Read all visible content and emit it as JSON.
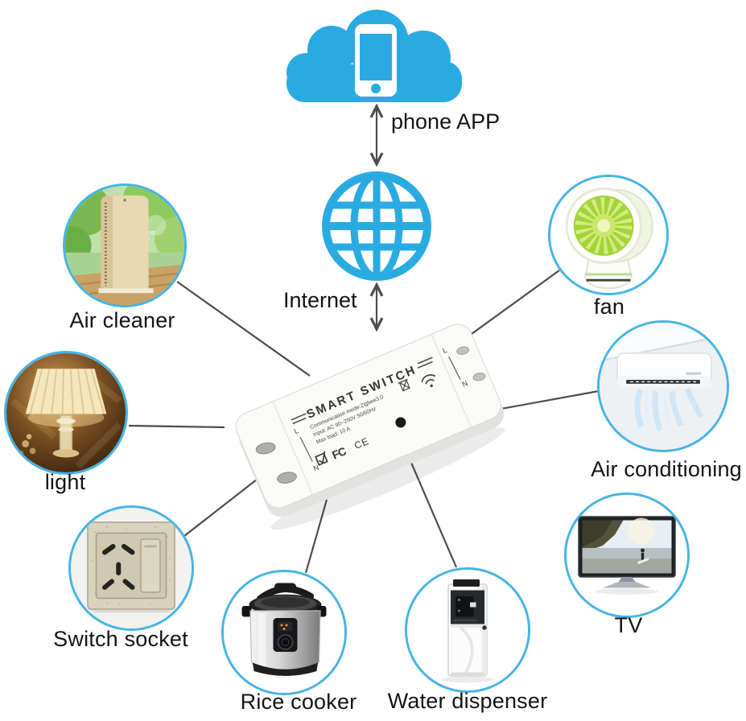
{
  "colors": {
    "brand_blue": "#29abe2",
    "circle_border": "#45b4e4",
    "connector_line": "#4d4d4d",
    "label_text": "#141414"
  },
  "top": {
    "phone_app_label": "phone APP",
    "internet_label": "Internet"
  },
  "smart_switch": {
    "name": "SMART SWITCH",
    "specs": [
      "Communication mode:Zigbee3.0",
      "Input: AC 90~250V 50/60Hz",
      "Max load: 10 A"
    ],
    "certification_marks": [
      "FC",
      "CE"
    ],
    "terminal_labels": [
      "L",
      "N"
    ]
  },
  "devices": [
    {
      "id": "air-cleaner",
      "label": "Air cleaner"
    },
    {
      "id": "fan",
      "label": "fan"
    },
    {
      "id": "light",
      "label": "light"
    },
    {
      "id": "air-conditioning",
      "label": "Air conditioning"
    },
    {
      "id": "switch-socket",
      "label": "Switch socket"
    },
    {
      "id": "tv",
      "label": "TV"
    },
    {
      "id": "rice-cooker",
      "label": "Rice cooker"
    },
    {
      "id": "water-dispenser",
      "label": "Water dispenser"
    }
  ]
}
